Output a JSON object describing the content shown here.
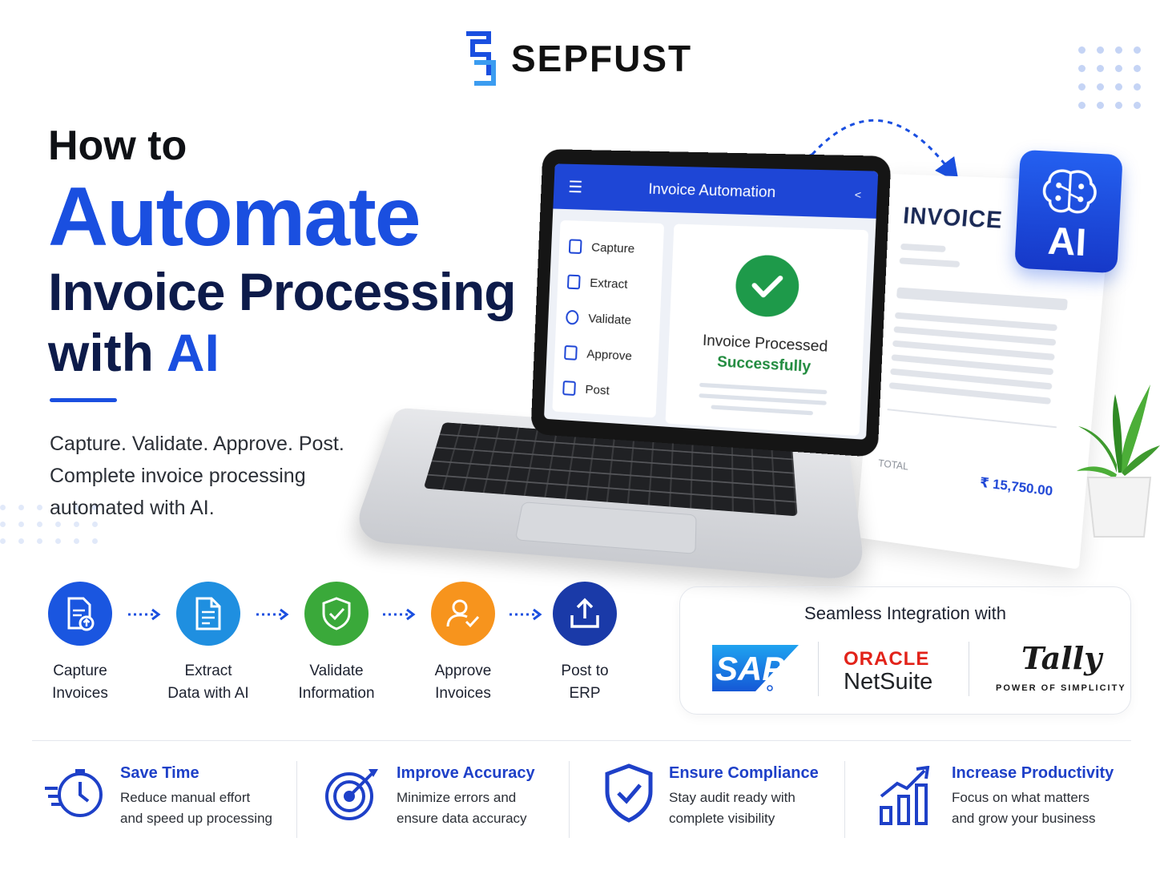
{
  "brand": {
    "name": "SEPFUST",
    "primary_color": "#1a4fe0",
    "dark_color": "#0d1b4a",
    "logo_icon": "sepfust-logo-icon"
  },
  "hero": {
    "line1": "How to",
    "line2": "Automate",
    "line3": "Invoice Processing",
    "line4_prefix": "with",
    "line4_accent": "AI",
    "subtext_lines": [
      "Capture. Validate. Approve. Post.",
      "Complete invoice processing",
      "automated with AI."
    ]
  },
  "app_screen": {
    "title": "Invoice Automation",
    "menu_items": [
      {
        "label": "Capture",
        "icon": "document-icon"
      },
      {
        "label": "Extract",
        "icon": "document-icon"
      },
      {
        "label": "Validate",
        "icon": "check-icon"
      },
      {
        "label": "Approve",
        "icon": "check-document-icon"
      },
      {
        "label": "Post",
        "icon": "document-icon"
      }
    ],
    "status_line1": "Invoice Processed",
    "status_line2": "Successfully",
    "status_color": "#1e9a4a"
  },
  "invoice": {
    "title": "INVOICE",
    "total_label": "TOTAL",
    "total_value": "₹ 15,750.00"
  },
  "ai_badge": {
    "text": "AI",
    "icon": "brain-circuit-icon"
  },
  "steps": [
    {
      "line1": "Capture",
      "line2": "Invoices",
      "icon": "document-upload-icon",
      "color": "#1a56e0"
    },
    {
      "line1": "Extract",
      "line2": "Data with AI",
      "icon": "document-text-icon",
      "color": "#1f8fe0"
    },
    {
      "line1": "Validate",
      "line2": "Information",
      "icon": "shield-check-icon",
      "color": "#3aa93a"
    },
    {
      "line1": "Approve",
      "line2": "Invoices",
      "icon": "user-check-icon",
      "color": "#f7941d"
    },
    {
      "line1": "Post to",
      "line2": "ERP",
      "icon": "upload-icon",
      "color": "#1a3aa8"
    }
  ],
  "integration": {
    "title": "Seamless Integration with",
    "sap": "SAP",
    "oracle": "ORACLE",
    "netsuite": "NetSuite",
    "tally": "Tally",
    "tally_tagline": "POWER OF SIMPLICITY"
  },
  "benefits": [
    {
      "title": "Save Time",
      "line1": "Reduce manual effort",
      "line2": "and speed up processing",
      "icon": "stopwatch-icon"
    },
    {
      "title": "Improve Accuracy",
      "line1": "Minimize errors and",
      "line2": "ensure data accuracy",
      "icon": "target-icon"
    },
    {
      "title": "Ensure Compliance",
      "line1": "Stay audit ready with",
      "line2": "complete visibility",
      "icon": "shield-check-icon"
    },
    {
      "title": "Increase Productivity",
      "line1": "Focus on what matters",
      "line2": "and grow your business",
      "icon": "bar-chart-growth-icon"
    }
  ]
}
